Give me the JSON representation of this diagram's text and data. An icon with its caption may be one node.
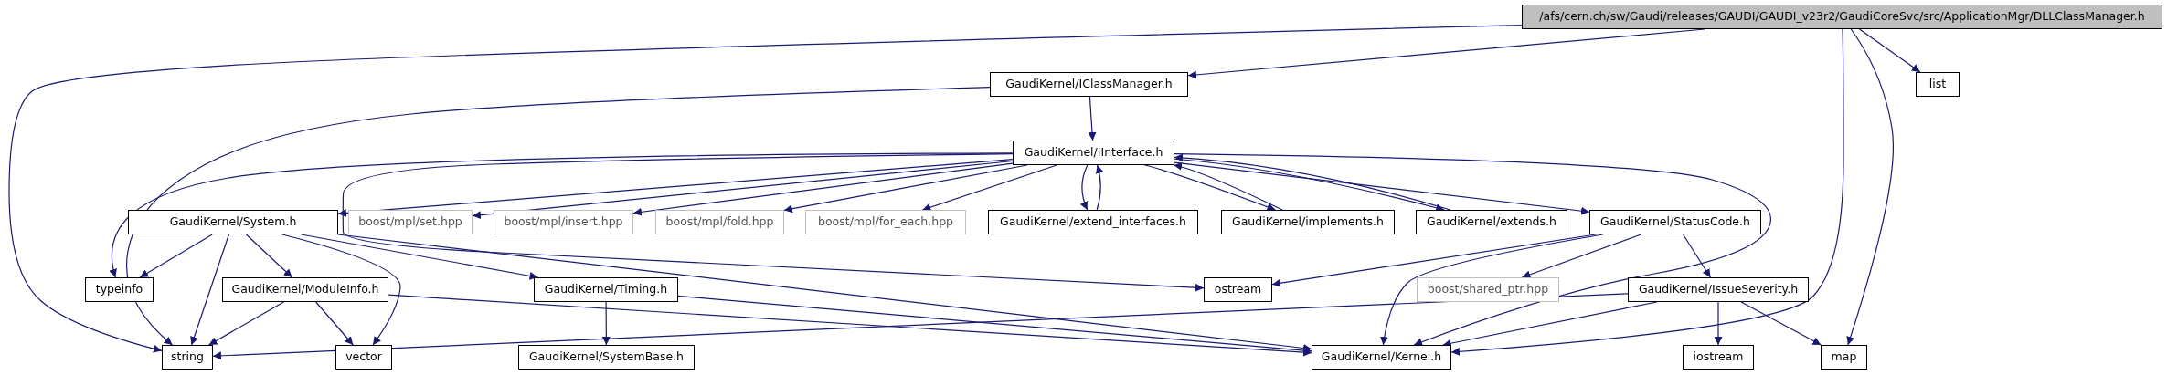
{
  "diagram": {
    "nodes": [
      {
        "text": [
          "/afs/cern.ch/sw/Gaudi/releases/GAUDI/GAUDI_v23r2/GaudiCoreSvc/src/ApplicationMgr/DLLClassManager.h"
        ]
      },
      {
        "text": [
          "GaudiKernel/IClassManager.h"
        ]
      },
      {
        "text": [
          "list"
        ]
      },
      {
        "text": [
          "GaudiKernel/IInterface.h"
        ]
      },
      {
        "text": [
          "GaudiKernel/System.h"
        ]
      },
      {
        "text": [
          "boost/mpl/set.hpp"
        ]
      },
      {
        "text": [
          "boost/mpl/insert.hpp"
        ]
      },
      {
        "text": [
          "boost/mpl/fold.hpp"
        ]
      },
      {
        "text": [
          "boost/mpl/for_each.hpp"
        ]
      },
      {
        "text": [
          "GaudiKernel/extend_interfaces.h"
        ]
      },
      {
        "text": [
          "GaudiKernel/implements.h"
        ]
      },
      {
        "text": [
          "GaudiKernel/extends.h"
        ]
      },
      {
        "text": [
          "GaudiKernel/StatusCode.h"
        ]
      },
      {
        "text": [
          "typeinfo"
        ]
      },
      {
        "text": [
          "GaudiKernel/ModuleInfo.h"
        ]
      },
      {
        "text": [
          "GaudiKernel/Timing.h"
        ]
      },
      {
        "text": [
          "ostream"
        ]
      },
      {
        "text": [
          "boost/shared_ptr.hpp"
        ]
      },
      {
        "text": [
          "GaudiKernel/IssueSeverity.h"
        ]
      },
      {
        "text": [
          "string"
        ]
      },
      {
        "text": [
          "vector"
        ]
      },
      {
        "text": [
          "GaudiKernel/SystemBase.h"
        ]
      },
      {
        "text": [
          "GaudiKernel/Kernel.h"
        ]
      },
      {
        "text": [
          "iostream"
        ]
      },
      {
        "text": [
          "map"
        ]
      }
    ],
    "edges": [
      {
        "from": 0,
        "to": 19,
        "arrow": "to"
      },
      {
        "from": 0,
        "to": 1,
        "arrow": "to"
      },
      {
        "from": 0,
        "to": 2,
        "arrow": "to"
      },
      {
        "from": 0,
        "to": 22,
        "arrow": "to"
      },
      {
        "from": 0,
        "to": 24,
        "arrow": "to"
      },
      {
        "from": 1,
        "to": 3,
        "arrow": "to"
      },
      {
        "from": 1,
        "to": 19,
        "arrow": "to"
      },
      {
        "from": 3,
        "to": 4,
        "arrow": "to"
      },
      {
        "from": 3,
        "to": 5,
        "arrow": "to"
      },
      {
        "from": 3,
        "to": 6,
        "arrow": "to"
      },
      {
        "from": 3,
        "to": 7,
        "arrow": "to"
      },
      {
        "from": 3,
        "to": 8,
        "arrow": "to"
      },
      {
        "from": 3,
        "to": 9,
        "arrow": "to"
      },
      {
        "from": 9,
        "to": 3,
        "arrow": "to"
      },
      {
        "from": 3,
        "to": 10,
        "arrow": "to"
      },
      {
        "from": 10,
        "to": 3,
        "arrow": "to"
      },
      {
        "from": 3,
        "to": 11,
        "arrow": "to"
      },
      {
        "from": 11,
        "to": 3,
        "arrow": "to"
      },
      {
        "from": 3,
        "to": 12,
        "arrow": "to"
      },
      {
        "from": 3,
        "to": 13,
        "arrow": "to"
      },
      {
        "from": 3,
        "to": 16,
        "arrow": "to"
      },
      {
        "from": 3,
        "to": 22,
        "arrow": "to"
      },
      {
        "from": 4,
        "to": 13,
        "arrow": "to"
      },
      {
        "from": 4,
        "to": 19,
        "arrow": "to"
      },
      {
        "from": 4,
        "to": 14,
        "arrow": "to"
      },
      {
        "from": 4,
        "to": 20,
        "arrow": "to"
      },
      {
        "from": 4,
        "to": 15,
        "arrow": "to"
      },
      {
        "from": 4,
        "to": 22,
        "arrow": "to"
      },
      {
        "from": 14,
        "to": 19,
        "arrow": "to"
      },
      {
        "from": 14,
        "to": 20,
        "arrow": "to"
      },
      {
        "from": 14,
        "to": 22,
        "arrow": "to"
      },
      {
        "from": 15,
        "to": 21,
        "arrow": "to"
      },
      {
        "from": 15,
        "to": 22,
        "arrow": "to"
      },
      {
        "from": 12,
        "to": 16,
        "arrow": "to"
      },
      {
        "from": 12,
        "to": 17,
        "arrow": "to"
      },
      {
        "from": 12,
        "to": 18,
        "arrow": "to"
      },
      {
        "from": 12,
        "to": 22,
        "arrow": "to"
      },
      {
        "from": 18,
        "to": 19,
        "arrow": "to"
      },
      {
        "from": 18,
        "to": 22,
        "arrow": "to"
      },
      {
        "from": 18,
        "to": 23,
        "arrow": "to"
      },
      {
        "from": 18,
        "to": 24,
        "arrow": "to"
      }
    ]
  }
}
